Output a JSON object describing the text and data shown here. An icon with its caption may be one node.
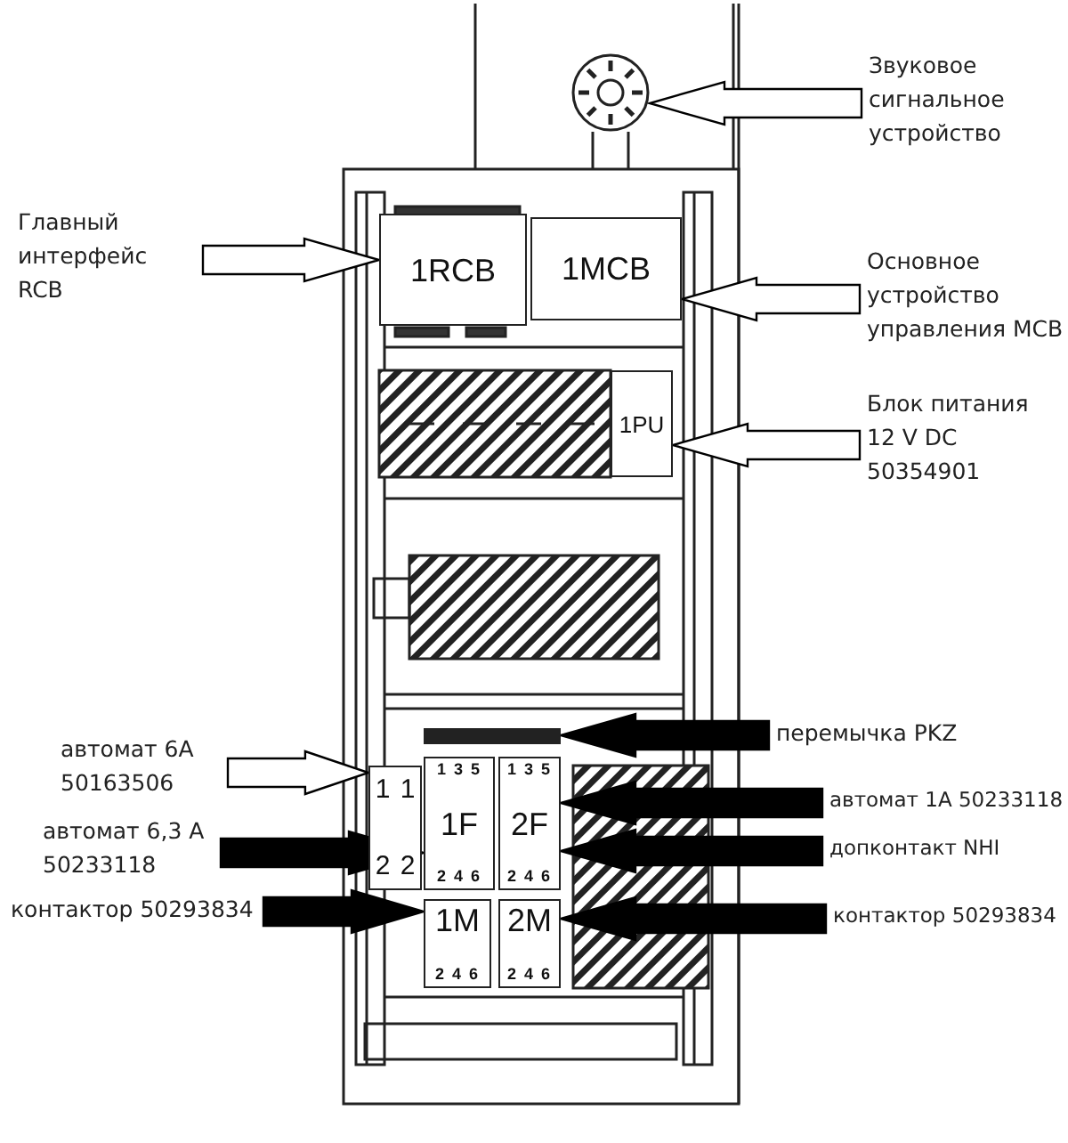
{
  "diagram": {
    "nodes": [
      {
        "text": [
          "Звуковое сигнальное устройство"
        ]
      },
      {
        "text": [],
        "shape": "circle"
      },
      {
        "text": [
          "Главный интерфейс RCB"
        ]
      },
      {
        "text": [
          "1RCB"
        ]
      },
      {
        "text": [
          "1MCB"
        ]
      },
      {
        "text": [
          "Основное устройство управления MCB"
        ]
      },
      {
        "text": [
          "1PU"
        ]
      },
      {
        "text": [
          "Блок питания 12 V DC 50354901"
        ]
      },
      {
        "text": [
          "перемычка PKZ"
        ]
      },
      {
        "text": [],
        "shape": "bar"
      },
      {
        "text": [
          "автомат 6А 50163506"
        ]
      },
      {
        "text": [
          "1",
          "1",
          "2",
          "2"
        ]
      },
      {
        "text": [
          "1 3 5",
          "1F",
          "2 4 6"
        ]
      },
      {
        "text": [
          "1 3 5",
          "2F",
          "2 4 6"
        ]
      },
      {
        "text": [
          "автомат 1А 50233118"
        ]
      },
      {
        "text": [
          "автомат 6,3 А 50233118"
        ]
      },
      {
        "text": [
          "допконтакт NHI"
        ]
      },
      {
        "text": [
          "контактор 50293834"
        ]
      },
      {
        "text": [
          "1M",
          "2 4 6"
        ]
      },
      {
        "text": [
          "2M",
          "2 4 6"
        ]
      },
      {
        "text": [
          "контактор 50293834"
        ]
      }
    ],
    "edges": [
      {
        "from": 0,
        "to": 1,
        "arrow": "to",
        "color": "#ffffff"
      },
      {
        "from": 2,
        "to": 3,
        "arrow": "to",
        "color": "#ffffff"
      },
      {
        "from": 5,
        "to": 4,
        "arrow": "to",
        "color": "#ffffff"
      },
      {
        "from": 7,
        "to": 6,
        "arrow": "to",
        "color": "#ffffff"
      },
      {
        "from": 8,
        "to": 9,
        "arrow": "to"
      },
      {
        "from": 10,
        "to": 11,
        "arrow": "to",
        "color": "#ffffff"
      },
      {
        "from": 14,
        "to": 13,
        "arrow": "to"
      },
      {
        "from": 15,
        "to": 12,
        "arrow": "to"
      },
      {
        "from": 16,
        "to": 13,
        "arrow": "to"
      },
      {
        "from": 17,
        "to": 18,
        "arrow": "to"
      },
      {
        "from": 20,
        "to": 19,
        "arrow": "to"
      }
    ]
  }
}
